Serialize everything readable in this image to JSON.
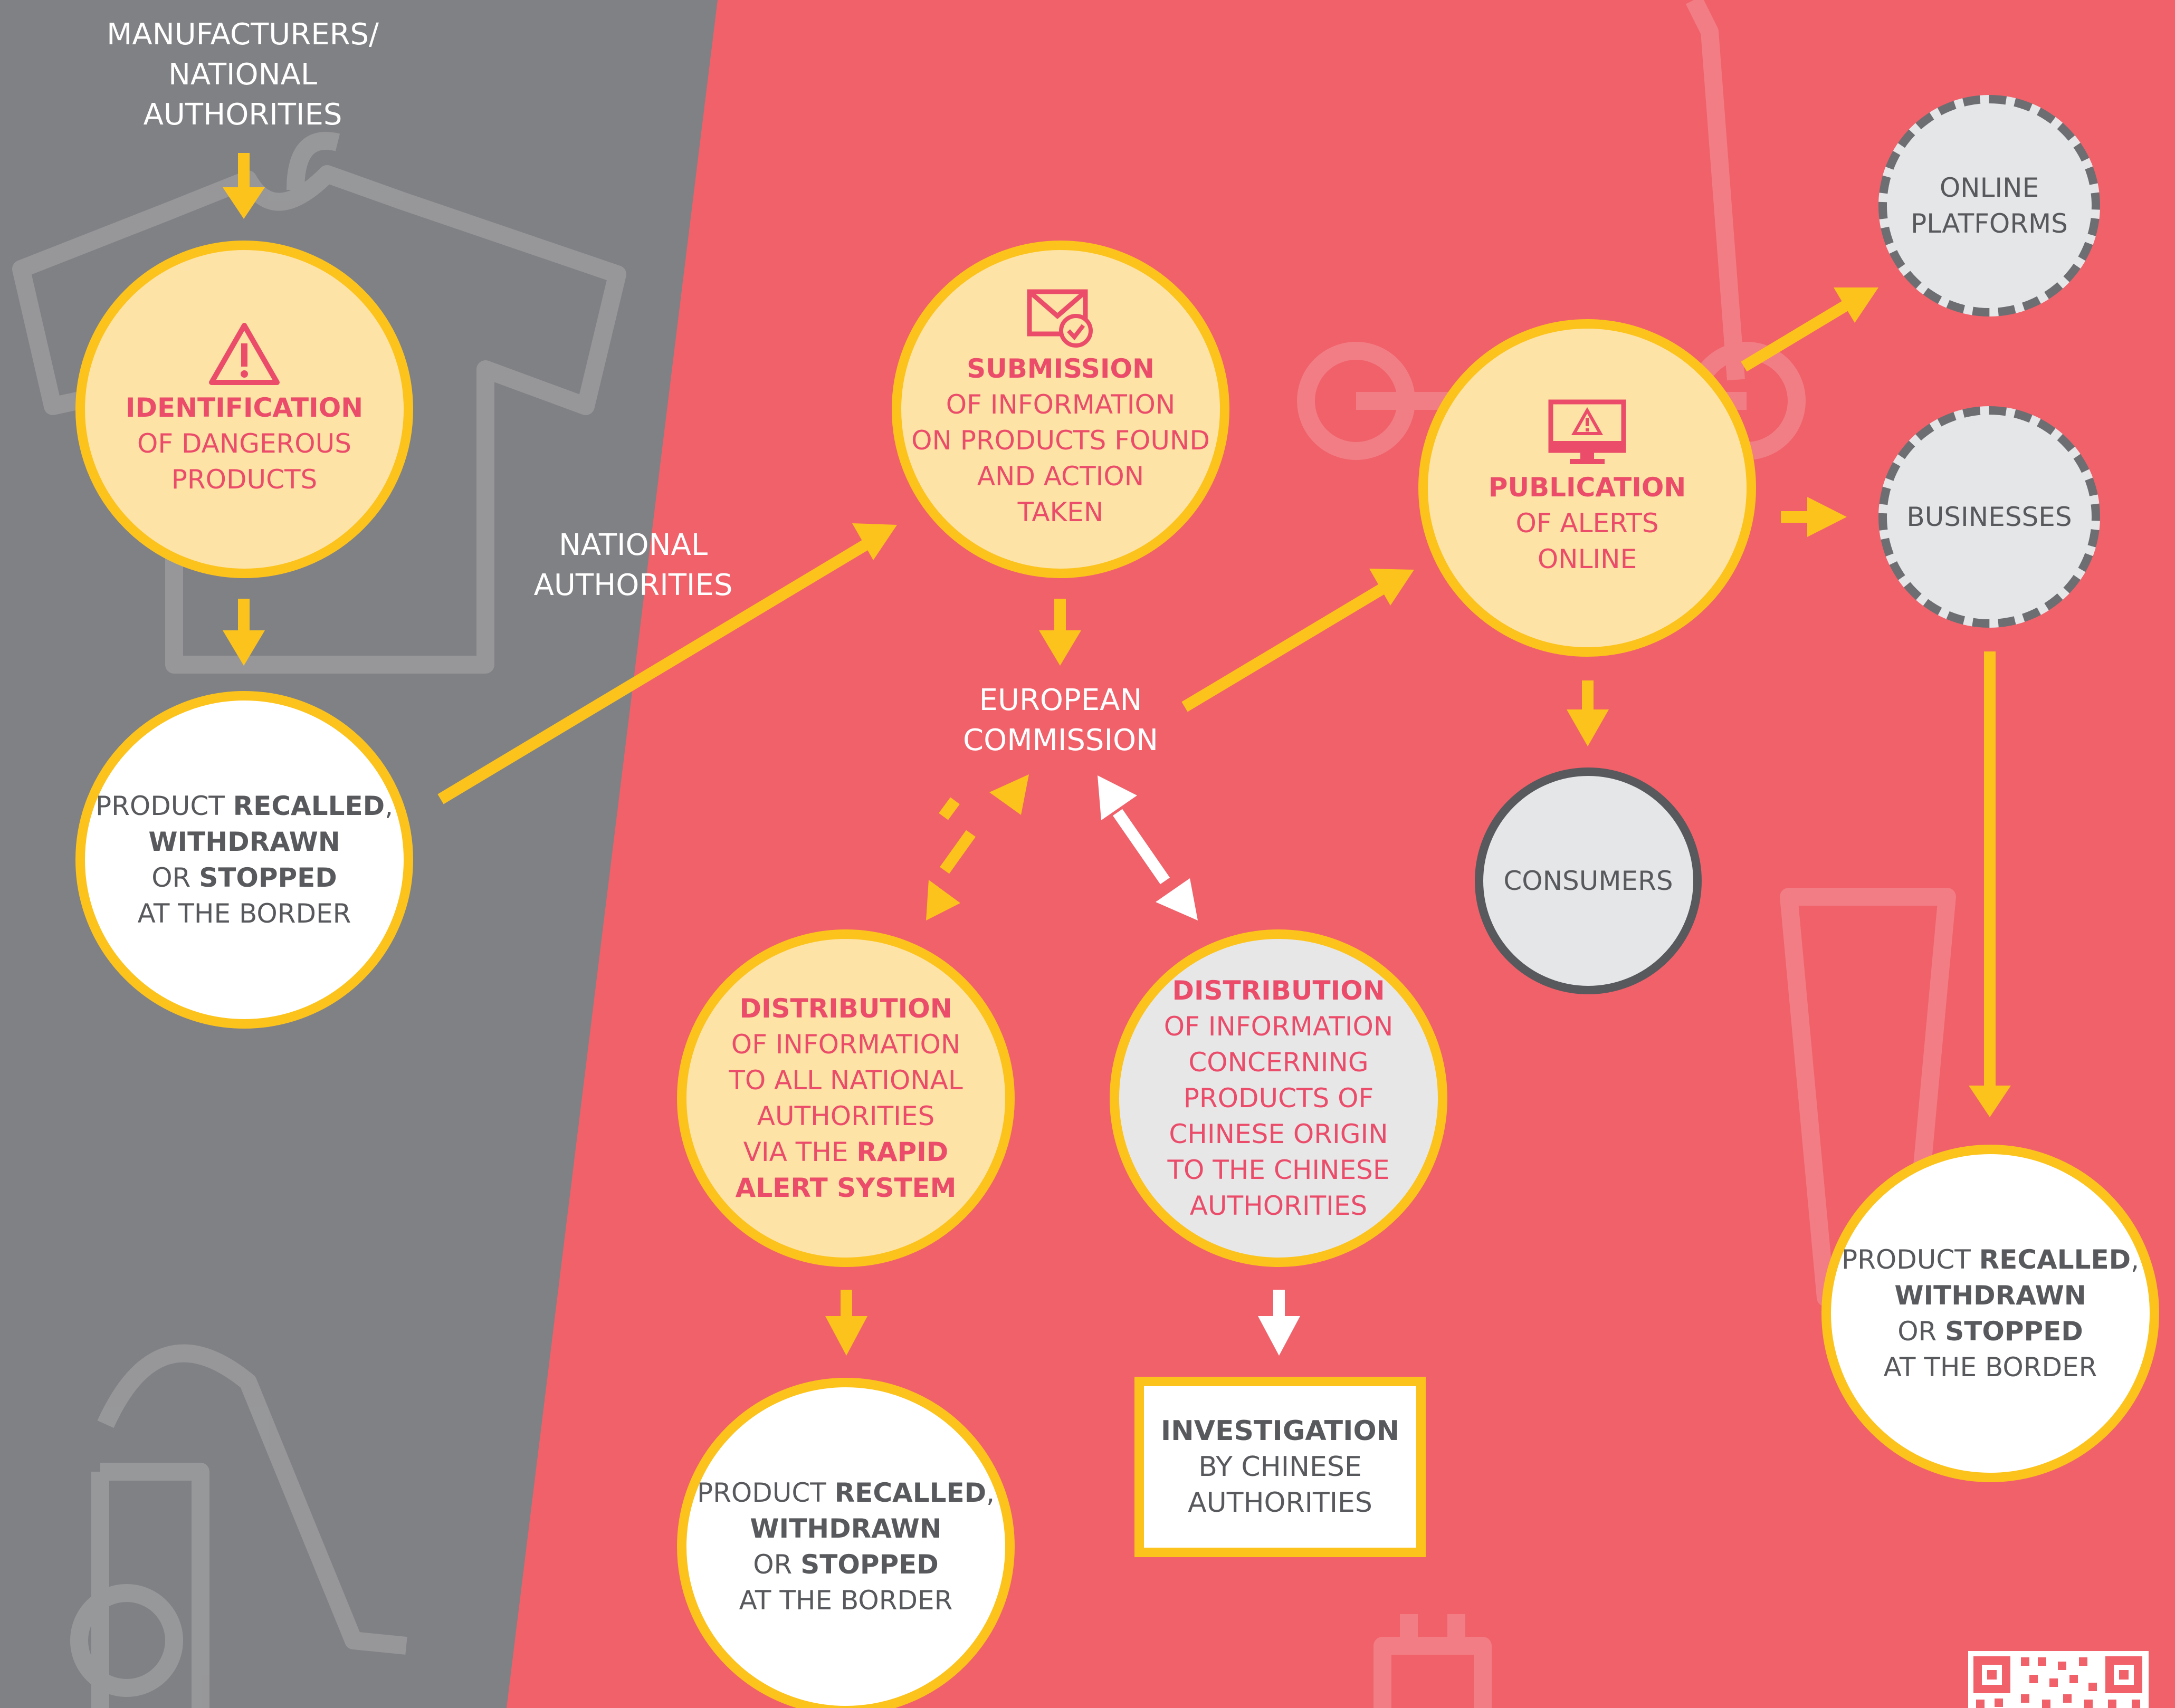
{
  "labels": {
    "source": [
      "MANUFACTURERS/",
      "NATIONAL",
      "AUTHORITIES"
    ],
    "national": [
      "NATIONAL",
      "AUTHORITIES"
    ],
    "commission": [
      "EUROPEAN",
      "COMMISSION"
    ]
  },
  "nodes": {
    "identification": {
      "bold": "IDENTIFICATION",
      "lines": [
        "OF DANGEROUS",
        "PRODUCTS"
      ]
    },
    "submission": {
      "bold": "SUBMISSION",
      "lines": [
        "OF INFORMATION",
        "ON PRODUCTS FOUND",
        "AND ACTION",
        "TAKEN"
      ]
    },
    "publication": {
      "bold": "PUBLICATION",
      "lines": [
        "OF ALERTS",
        "ONLINE"
      ]
    },
    "online_platforms": [
      "ONLINE",
      "PLATFORMS"
    ],
    "businesses": "BUSINESSES",
    "consumers": "CONSUMERS",
    "distribution_rapid": {
      "bold": "DISTRIBUTION",
      "lines": [
        "OF INFORMATION",
        "TO ALL NATIONAL",
        "AUTHORITIES"
      ],
      "via": "VIA THE ",
      "rapid": "RAPID",
      "alert": "ALERT SYSTEM"
    },
    "distribution_china": {
      "bold": "DISTRIBUTION",
      "lines": [
        "OF INFORMATION",
        "CONCERNING",
        "PRODUCTS OF",
        "CHINESE ORIGIN",
        "TO THE CHINESE",
        "AUTHORITIES"
      ]
    },
    "investigation": {
      "bold": "INVESTIGATION",
      "lines": [
        "BY CHINESE",
        "AUTHORITIES"
      ]
    },
    "recalled": {
      "product": "PRODUCT ",
      "recalled": "RECALLED",
      "comma": ",",
      "withdrawn": "WITHDRAWN",
      "or": "OR ",
      "stopped": "STOPPED",
      "border": "AT THE BORDER"
    }
  },
  "colors": {
    "left_panel": "#808184",
    "right_panel": "#f0616a",
    "accent_yellow": "#fcc31d",
    "light_yellow": "#fee3a6",
    "pink_text": "#ea4c6a",
    "dark_text": "#58595d"
  },
  "icons": [
    "warning-icon",
    "mail-check-icon",
    "monitor-alert-icon",
    "qr-code"
  ]
}
